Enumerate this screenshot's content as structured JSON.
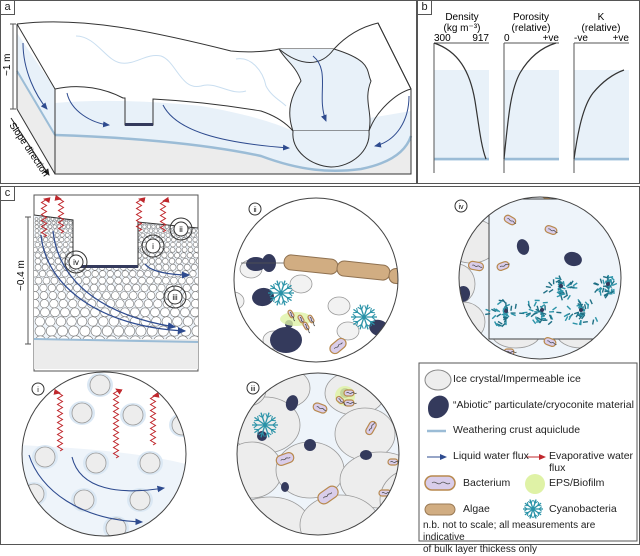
{
  "panels": {
    "a": {
      "label": "a",
      "scale_label": "~1 m",
      "slope_label": "Slope direction"
    },
    "b": {
      "label": "b",
      "profiles": [
        {
          "title": "Density",
          "subtitle": "(kg m⁻³)",
          "min_label": "300",
          "max_label": "917"
        },
        {
          "title": "Porosity",
          "subtitle": "(relative)",
          "min_label": "0",
          "max_label": "+ve"
        },
        {
          "title": "K",
          "subtitle": "(relative)",
          "min_label": "-ve",
          "max_label": "+ve"
        }
      ]
    },
    "c": {
      "label": "c",
      "scale_label": "~0.4 m",
      "callouts": [
        "i",
        "ii",
        "iii",
        "iv"
      ],
      "insets": {
        "i": "i",
        "ii": "ii",
        "iii": "iii",
        "iv": "iv"
      }
    }
  },
  "legend": {
    "items": [
      {
        "icon": "ice-crystal",
        "label": "Ice crystal/Impermeable ice"
      },
      {
        "icon": "abiotic-particulate",
        "label": "“Abiotic” particulate/cryoconite material"
      },
      {
        "icon": "aquiclude-line",
        "label": "Weathering crust aquiclude"
      },
      {
        "icon": "liquid-flux-arrow",
        "label": "Liquid water flux"
      },
      {
        "icon": "evaporative-flux-arrow",
        "label": "Evaporative water flux"
      },
      {
        "icon": "bacterium",
        "label": "Bacterium"
      },
      {
        "icon": "eps-biofilm",
        "label": "EPS/Biofilm"
      },
      {
        "icon": "algae",
        "label": "Algae"
      },
      {
        "icon": "cyanobacteria",
        "label": "Cyanobacteria"
      }
    ],
    "note_line1": "n.b. not to scale; all measurements are indicative",
    "note_line2": "of bulk layer thickess only"
  },
  "colors": {
    "water": "#e8f1f9",
    "aquiclude": "#9bbcd6",
    "liquid_flux": "#2e4b8f",
    "evaporative_flux": "#c0282d",
    "ice": "#ededed",
    "particulate": "#343a5c",
    "bacterium_fill": "#d9cdea",
    "bacterium_edge": "#b8894e",
    "eps": "#dff2a6",
    "algae": "#d1ad82",
    "cyanobacteria": "#2b93a8"
  }
}
